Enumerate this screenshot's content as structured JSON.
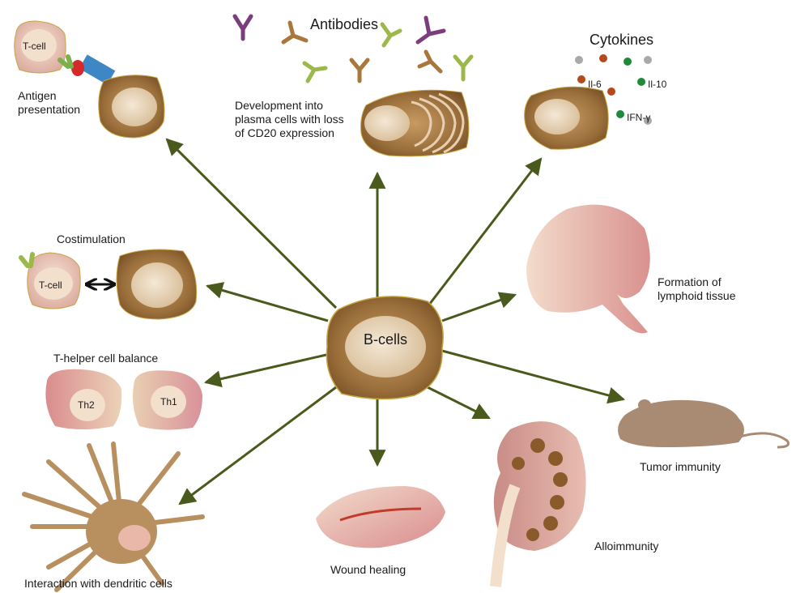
{
  "center": {
    "label": "B-cells"
  },
  "functions": {
    "antigen_presentation": {
      "label": "Antigen\npresentation",
      "tcell": "T-cell"
    },
    "plasma": {
      "label": "Development into\nplasma cells with loss\nof CD20 expression",
      "antibodies": "Antibodies"
    },
    "cytokines": {
      "title": "Cytokines",
      "il6": "Il-6",
      "il10": "Il-10",
      "ifn": "IFN-γ"
    },
    "costimulation": {
      "label": "Costimulation",
      "tcell": "T-cell"
    },
    "lymphoid": {
      "label": "Formation of\nlymphoid tissue"
    },
    "th_balance": {
      "label": "T-helper cell balance",
      "th2": "Th2",
      "th1": "Th1"
    },
    "tumor": {
      "label": "Tumor immunity"
    },
    "dendritic": {
      "label": "Interaction with dendritic cells"
    },
    "wound": {
      "label": "Wound healing"
    },
    "allo": {
      "label": "Alloimmunity"
    }
  },
  "colors": {
    "arrow": "#4a5a1c",
    "cell_brown": "#9a6e3a",
    "cell_core": "#e6d2b4",
    "antibody_purple": "#7b3d7d",
    "antibody_green": "#9cb84a",
    "antibody_brown": "#a9773b",
    "dot_grey": "#a9a9a9",
    "dot_red": "#b5491e",
    "dot_green": "#1f8a3a"
  }
}
